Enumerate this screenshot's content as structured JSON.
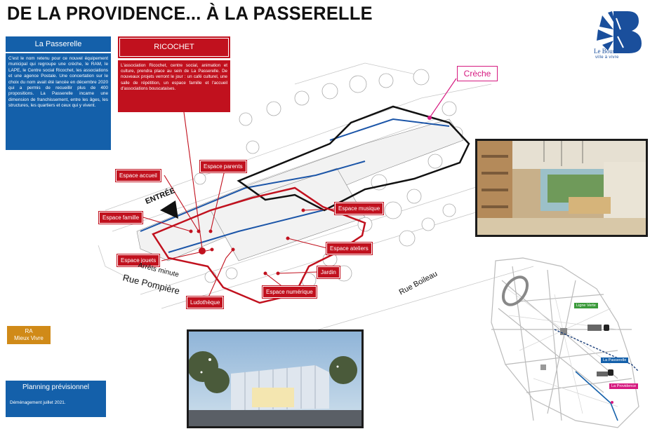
{
  "header": {
    "title": "DE LA PROVIDENCE... À LA PASSERELLE"
  },
  "logo": {
    "name": "Le Bouscat",
    "tagline": "ville à vivre",
    "icon": "le-bouscat-logo"
  },
  "passerelle": {
    "title": "La Passerelle",
    "text": "C'est le nom retenu pour ce nouvel équipement municipal qui regroupe une crèche, le RAM, le LAPE, le Centre social Ricochet, les associations et une agence Postale. Une concertation sur le choix du nom avait été lancée en décembre 2020 qui a permis de recueillir plus de 400 propositions. La Passerelle incarne une dimension de franchissement, entre les âges, les structures, les quartiers et ceux qui y vivent."
  },
  "ricochet": {
    "title": "RICOCHET",
    "text": "L'association Ricochet, centre social, animation et culture, prendra place au sein de La Passerelle. De nouveaux projets verront le jour : un café culturel, une salle de répétition, un espace famille et l'accueil d'associations bouscataises."
  },
  "creche": "Crèche",
  "entree": "ENTRÉE",
  "labels": {
    "accueil": "Espace accueil",
    "parents": "Espace parents",
    "famille": "Espace famille",
    "musique": "Espace musique",
    "ateliers": "Espace ateliers",
    "jouets": "Espace jouets",
    "jardin": "Jardin",
    "numerique": "Espace numérique",
    "ludotheque": "Ludothèque"
  },
  "roads": {
    "arrets": "Arrêts minute",
    "pompiere": "Rue Pompière",
    "boileau": "Rue Boileau"
  },
  "ra": {
    "line1": "RA",
    "line2": "Mieux Vivre"
  },
  "planning": {
    "title": "Planning prévisionnel",
    "text": "Déménagement juillet 2021."
  },
  "map": {
    "ligne_verte": "Ligne Verte",
    "passerelle": "La Passerelle",
    "providence": "La Providence"
  },
  "colors": {
    "blue": "#1460aa",
    "red": "#c1111e",
    "pink": "#d61a80",
    "orange": "#d08a18",
    "green": "#3a9a3a"
  }
}
